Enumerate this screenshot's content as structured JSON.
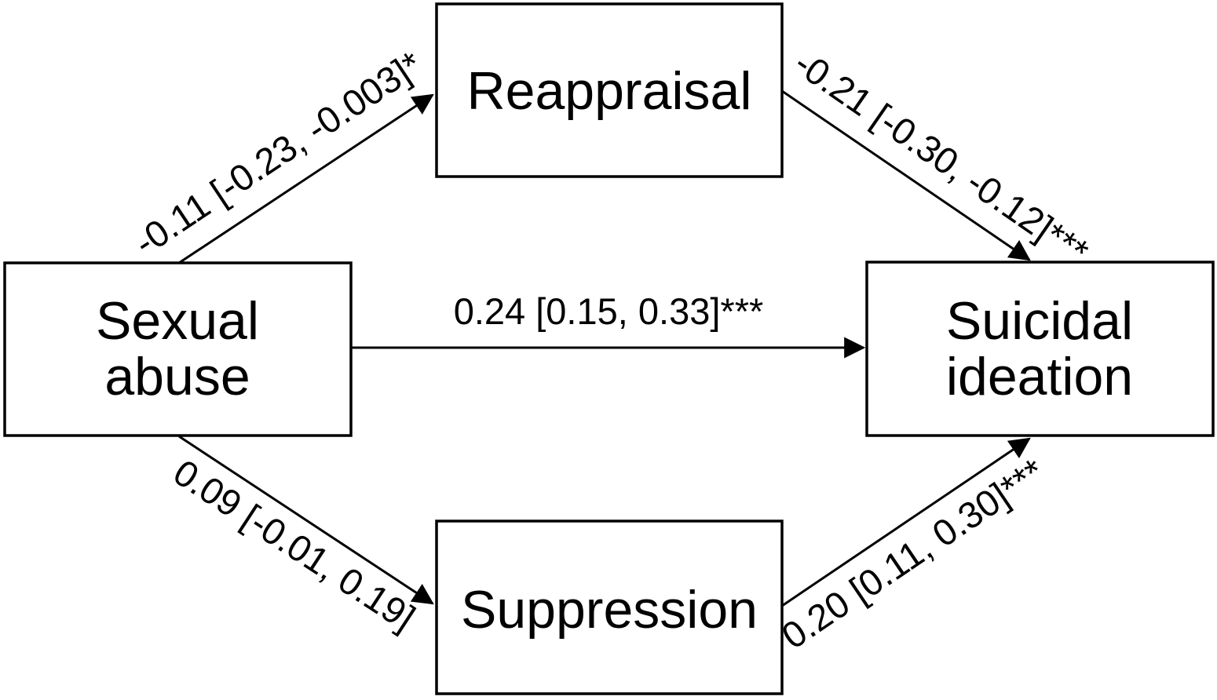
{
  "figure": {
    "type": "mediation-path-model",
    "background_color": "#ffffff",
    "line_color": "#000000",
    "text_color": "#000000",
    "nodes": [
      {
        "id": "sexual-abuse",
        "label": "Sexual abuse",
        "lines": [
          "Sexual",
          "abuse"
        ]
      },
      {
        "id": "reappraisal",
        "label": "Reappraisal",
        "lines": [
          "Reappraisal"
        ]
      },
      {
        "id": "suppression",
        "label": "Suppression",
        "lines": [
          "Suppression"
        ]
      },
      {
        "id": "suicidal-ideation",
        "label": "Suicidal ideation",
        "lines": [
          "Suicidal",
          "ideation"
        ]
      }
    ],
    "paths": [
      {
        "from": "Sexual abuse",
        "to": "Reappraisal",
        "label": "-0.11 [-0.23, -0.003]*",
        "estimate": -0.11,
        "ci_lower": -0.23,
        "ci_upper": -0.003,
        "significance": "*"
      },
      {
        "from": "Reappraisal",
        "to": "Suicidal ideation",
        "label": "-0.21 [-0.30, -0.12]***",
        "estimate": -0.21,
        "ci_lower": -0.3,
        "ci_upper": -0.12,
        "significance": "***"
      },
      {
        "from": "Sexual abuse",
        "to": "Suicidal ideation",
        "label": "0.24 [0.15, 0.33]***",
        "estimate": 0.24,
        "ci_lower": 0.15,
        "ci_upper": 0.33,
        "significance": "***"
      },
      {
        "from": "Sexual abuse",
        "to": "Suppression",
        "label": "0.09 [-0.01, 0.19]",
        "estimate": 0.09,
        "ci_lower": -0.01,
        "ci_upper": 0.19,
        "significance": ""
      },
      {
        "from": "Suppression",
        "to": "Suicidal ideation",
        "label": "0.20 [0.11, 0.30]***",
        "estimate": 0.2,
        "ci_lower": 0.11,
        "ci_upper": 0.3,
        "significance": "***"
      }
    ]
  }
}
